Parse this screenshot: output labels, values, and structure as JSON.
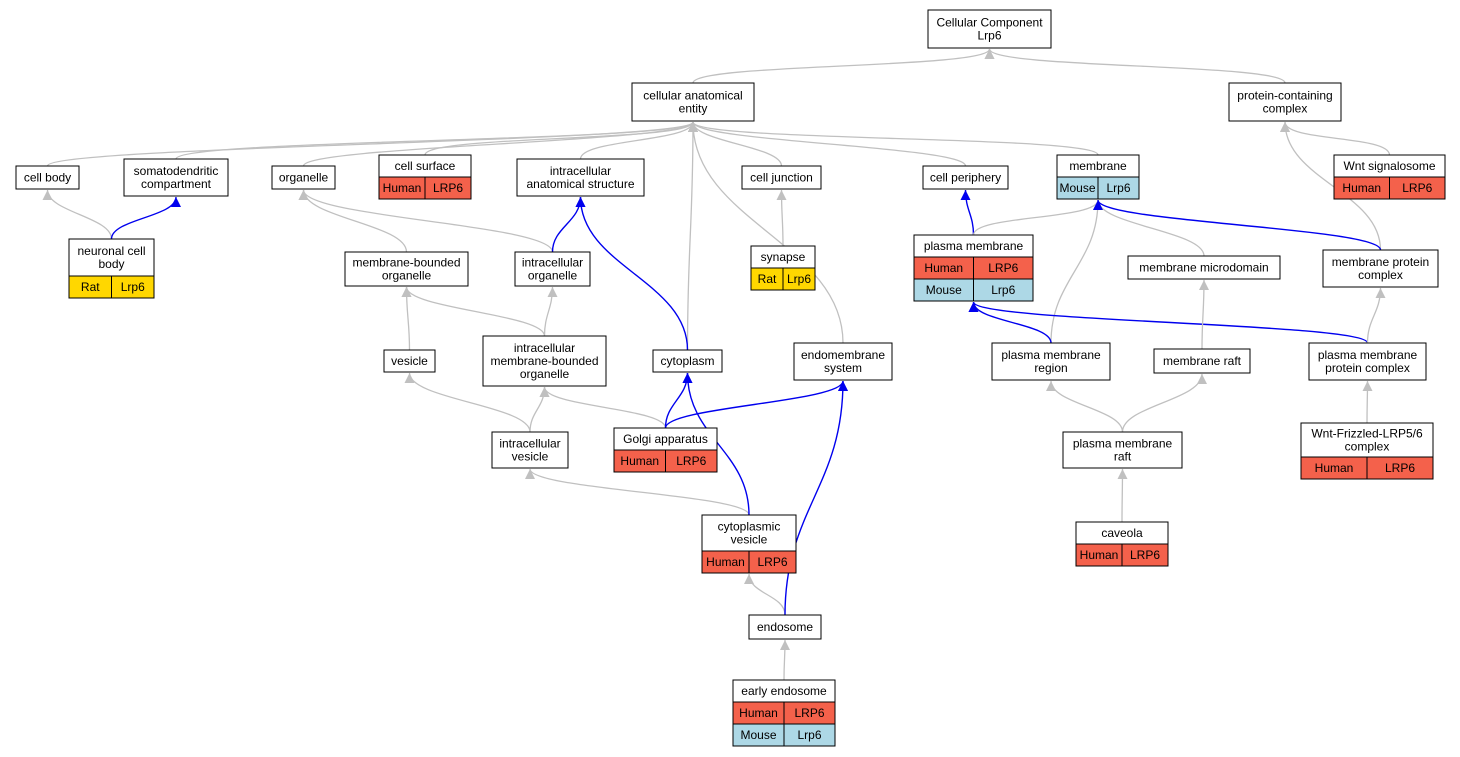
{
  "colors": {
    "human": "#f4614b",
    "mouse": "#add8e6",
    "rat": "#ffd700",
    "edge_isa": "#c0c0c0",
    "edge_partof": "#0000ee",
    "node_border": "#000000",
    "node_fill": "#ffffff"
  },
  "nodes": [
    {
      "id": "root",
      "lines": [
        "Cellular Component",
        "Lrp6"
      ]
    },
    {
      "id": "cae",
      "lines": [
        "cellular anatomical",
        "entity"
      ]
    },
    {
      "id": "pcc",
      "lines": [
        "protein-containing",
        "complex"
      ]
    },
    {
      "id": "cellbody",
      "lines": [
        "cell body"
      ]
    },
    {
      "id": "somato",
      "lines": [
        "somatodendritic",
        "compartment"
      ]
    },
    {
      "id": "organelle",
      "lines": [
        "organelle"
      ]
    },
    {
      "id": "cellsurface",
      "lines": [
        "cell surface"
      ],
      "rows": [
        [
          {
            "text": "Human",
            "color": "human"
          },
          {
            "text": "LRP6",
            "color": "human"
          }
        ]
      ]
    },
    {
      "id": "ias",
      "lines": [
        "intracellular",
        "anatomical structure"
      ]
    },
    {
      "id": "celljunction",
      "lines": [
        "cell junction"
      ]
    },
    {
      "id": "cellperiphery",
      "lines": [
        "cell periphery"
      ]
    },
    {
      "id": "membrane",
      "lines": [
        "membrane"
      ],
      "rows": [
        [
          {
            "text": "Mouse",
            "color": "mouse"
          },
          {
            "text": "Lrp6",
            "color": "mouse"
          }
        ]
      ]
    },
    {
      "id": "wntsig",
      "lines": [
        "Wnt signalosome"
      ],
      "rows": [
        [
          {
            "text": "Human",
            "color": "human"
          },
          {
            "text": "LRP6",
            "color": "human"
          }
        ]
      ]
    },
    {
      "id": "neuronal",
      "lines": [
        "neuronal cell",
        "body"
      ],
      "rows": [
        [
          {
            "text": "Rat",
            "color": "rat"
          },
          {
            "text": "Lrp6",
            "color": "rat"
          }
        ]
      ]
    },
    {
      "id": "membounded",
      "lines": [
        "membrane-bounded",
        "organelle"
      ]
    },
    {
      "id": "intraorg",
      "lines": [
        "intracellular",
        "organelle"
      ]
    },
    {
      "id": "synapse",
      "lines": [
        "synapse"
      ],
      "rows": [
        [
          {
            "text": "Rat",
            "color": "rat"
          },
          {
            "text": "Lrp6",
            "color": "rat"
          }
        ]
      ]
    },
    {
      "id": "plasmamem",
      "lines": [
        "plasma membrane"
      ],
      "rows": [
        [
          {
            "text": "Human",
            "color": "human"
          },
          {
            "text": "LRP6",
            "color": "human"
          }
        ],
        [
          {
            "text": "Mouse",
            "color": "mouse"
          },
          {
            "text": "Lrp6",
            "color": "mouse"
          }
        ]
      ]
    },
    {
      "id": "memmicro",
      "lines": [
        "membrane microdomain"
      ]
    },
    {
      "id": "memprotcx",
      "lines": [
        "membrane protein",
        "complex"
      ]
    },
    {
      "id": "vesicle",
      "lines": [
        "vesicle"
      ]
    },
    {
      "id": "imbo",
      "lines": [
        "intracellular",
        "membrane-bounded",
        "organelle"
      ]
    },
    {
      "id": "cytoplasm",
      "lines": [
        "cytoplasm"
      ]
    },
    {
      "id": "endomem",
      "lines": [
        "endomembrane",
        "system"
      ]
    },
    {
      "id": "pmregion",
      "lines": [
        "plasma membrane",
        "region"
      ]
    },
    {
      "id": "memraft",
      "lines": [
        "membrane raft"
      ]
    },
    {
      "id": "pmpc",
      "lines": [
        "plasma membrane",
        "protein complex"
      ]
    },
    {
      "id": "intravesicle",
      "lines": [
        "intracellular",
        "vesicle"
      ]
    },
    {
      "id": "golgi",
      "lines": [
        "Golgi apparatus"
      ],
      "rows": [
        [
          {
            "text": "Human",
            "color": "human"
          },
          {
            "text": "LRP6",
            "color": "human"
          }
        ]
      ]
    },
    {
      "id": "pmraft",
      "lines": [
        "plasma membrane",
        "raft"
      ]
    },
    {
      "id": "wntfz",
      "lines": [
        "Wnt-Frizzled-LRP5/6",
        "complex"
      ],
      "rows": [
        [
          {
            "text": "Human",
            "color": "human"
          },
          {
            "text": "LRP6",
            "color": "human"
          }
        ]
      ]
    },
    {
      "id": "cytovesicle",
      "lines": [
        "cytoplasmic",
        "vesicle"
      ],
      "rows": [
        [
          {
            "text": "Human",
            "color": "human"
          },
          {
            "text": "LRP6",
            "color": "human"
          }
        ]
      ]
    },
    {
      "id": "caveola",
      "lines": [
        "caveola"
      ],
      "rows": [
        [
          {
            "text": "Human",
            "color": "human"
          },
          {
            "text": "LRP6",
            "color": "human"
          }
        ]
      ]
    },
    {
      "id": "endosome",
      "lines": [
        "endosome"
      ]
    },
    {
      "id": "earlyendo",
      "lines": [
        "early endosome"
      ],
      "rows": [
        [
          {
            "text": "Human",
            "color": "human"
          },
          {
            "text": "LRP6",
            "color": "human"
          }
        ],
        [
          {
            "text": "Mouse",
            "color": "mouse"
          },
          {
            "text": "Lrp6",
            "color": "mouse"
          }
        ]
      ]
    }
  ],
  "edges": [
    {
      "from": "cae",
      "to": "root",
      "type": "is_a"
    },
    {
      "from": "pcc",
      "to": "root",
      "type": "is_a"
    },
    {
      "from": "cellbody",
      "to": "cae",
      "type": "is_a"
    },
    {
      "from": "somato",
      "to": "cae",
      "type": "is_a"
    },
    {
      "from": "organelle",
      "to": "cae",
      "type": "is_a"
    },
    {
      "from": "cellsurface",
      "to": "cae",
      "type": "is_a"
    },
    {
      "from": "ias",
      "to": "cae",
      "type": "is_a"
    },
    {
      "from": "celljunction",
      "to": "cae",
      "type": "is_a"
    },
    {
      "from": "cellperiphery",
      "to": "cae",
      "type": "is_a"
    },
    {
      "from": "membrane",
      "to": "cae",
      "type": "is_a"
    },
    {
      "from": "cytoplasm",
      "to": "cae",
      "type": "is_a"
    },
    {
      "from": "endomem",
      "to": "cae",
      "type": "is_a"
    },
    {
      "from": "wntsig",
      "to": "pcc",
      "type": "is_a"
    },
    {
      "from": "memprotcx",
      "to": "pcc",
      "type": "is_a"
    },
    {
      "from": "neuronal",
      "to": "cellbody",
      "type": "is_a"
    },
    {
      "from": "neuronal",
      "to": "somato",
      "type": "part_of"
    },
    {
      "from": "membounded",
      "to": "organelle",
      "type": "is_a"
    },
    {
      "from": "intraorg",
      "to": "organelle",
      "type": "is_a"
    },
    {
      "from": "intraorg",
      "to": "ias",
      "type": "part_of"
    },
    {
      "from": "cytoplasm",
      "to": "ias",
      "type": "part_of"
    },
    {
      "from": "synapse",
      "to": "celljunction",
      "type": "is_a"
    },
    {
      "from": "plasmamem",
      "to": "cellperiphery",
      "type": "part_of"
    },
    {
      "from": "plasmamem",
      "to": "membrane",
      "type": "is_a"
    },
    {
      "from": "memmicro",
      "to": "membrane",
      "type": "is_a"
    },
    {
      "from": "pmregion",
      "to": "membrane",
      "type": "is_a"
    },
    {
      "from": "memprotcx",
      "to": "membrane",
      "type": "part_of"
    },
    {
      "from": "vesicle",
      "to": "membounded",
      "type": "is_a"
    },
    {
      "from": "imbo",
      "to": "membounded",
      "type": "is_a"
    },
    {
      "from": "imbo",
      "to": "intraorg",
      "type": "is_a"
    },
    {
      "from": "pmregion",
      "to": "plasmamem",
      "type": "part_of"
    },
    {
      "from": "pmpc",
      "to": "plasmamem",
      "type": "part_of"
    },
    {
      "from": "pmpc",
      "to": "memprotcx",
      "type": "is_a"
    },
    {
      "from": "memraft",
      "to": "memmicro",
      "type": "is_a"
    },
    {
      "from": "intravesicle",
      "to": "vesicle",
      "type": "is_a"
    },
    {
      "from": "intravesicle",
      "to": "imbo",
      "type": "is_a"
    },
    {
      "from": "golgi",
      "to": "imbo",
      "type": "is_a"
    },
    {
      "from": "golgi",
      "to": "cytoplasm",
      "type": "part_of"
    },
    {
      "from": "golgi",
      "to": "endomem",
      "type": "part_of"
    },
    {
      "from": "pmraft",
      "to": "pmregion",
      "type": "is_a"
    },
    {
      "from": "pmraft",
      "to": "memraft",
      "type": "is_a"
    },
    {
      "from": "wntfz",
      "to": "pmpc",
      "type": "is_a"
    },
    {
      "from": "cytovesicle",
      "to": "intravesicle",
      "type": "is_a"
    },
    {
      "from": "cytovesicle",
      "to": "cytoplasm",
      "type": "part_of"
    },
    {
      "from": "caveola",
      "to": "pmraft",
      "type": "is_a"
    },
    {
      "from": "endosome",
      "to": "cytovesicle",
      "type": "is_a"
    },
    {
      "from": "endosome",
      "to": "endomem",
      "type": "part_of"
    },
    {
      "from": "earlyendo",
      "to": "endosome",
      "type": "is_a"
    }
  ]
}
